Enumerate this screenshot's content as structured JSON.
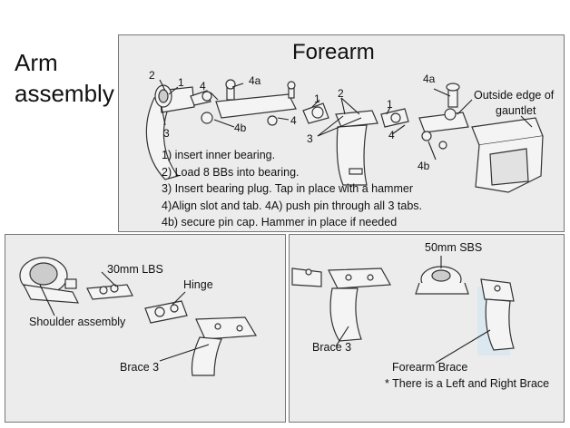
{
  "title": {
    "line1": "Arm",
    "line2": "assembly"
  },
  "forearm": {
    "heading": "Forearm",
    "callouts": {
      "n2_left": "2",
      "n1_left": "1",
      "n3_left": "3",
      "n4_a": "4",
      "n4a_a": "4a",
      "n4b_a": "4b",
      "n4_b": "4",
      "n1_mid": "1",
      "n2_mid": "2",
      "n3_mid": "3",
      "n1_right": "1",
      "n4_c": "4",
      "n4a_b": "4a",
      "n4b_b": "4b",
      "outside_edge_line1": "Outside edge of",
      "outside_edge_line2": "gauntlet"
    },
    "steps": [
      "1) insert inner bearing.",
      "2) Load 8 BBs into bearing.",
      "3) Insert bearing plug. Tap in place with a hammer",
      "4)Align slot and tab. 4A) push pin through all 3 tabs.",
      "4b) secure pin cap. Hammer in place if needed"
    ]
  },
  "shoulder": {
    "lbs_label": "30mm LBS",
    "hinge_label": "Hinge",
    "shoulder_label": "Shoulder assembly",
    "brace3_label": "Brace 3"
  },
  "brace": {
    "sbs_label": "50mm SBS",
    "brace3_label": "Brace 3",
    "forearm_brace_label": "Forearm Brace",
    "note": "* There is a Left and Right Brace"
  },
  "colors": {
    "panel_bg": "#ececec",
    "border": "#777777",
    "part_stroke": "#333333",
    "part_fill": "#f4f4f4"
  }
}
